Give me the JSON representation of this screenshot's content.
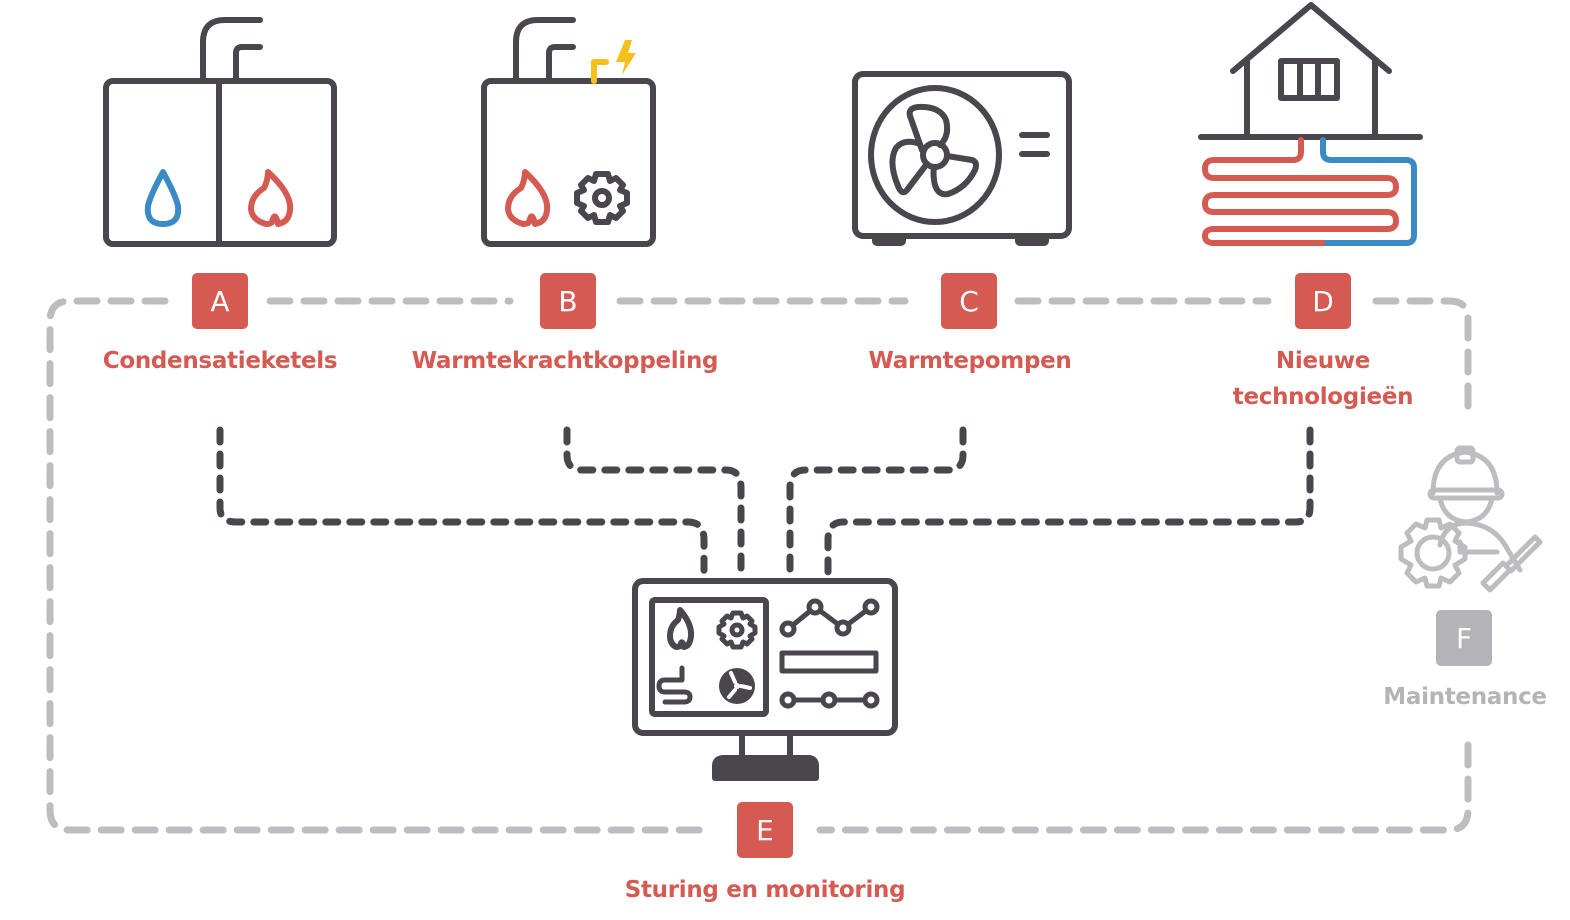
{
  "diagram": {
    "colors": {
      "accent": "#d55a52",
      "icon_stroke": "#4b454d",
      "dashed_outline": "#bdbdc1",
      "water_blue": "#3a8bc4",
      "electric_yellow": "#f6bf1a",
      "muted_gray": "#b4b4b8"
    },
    "nodes": [
      {
        "id": "A",
        "badge": "A",
        "label": "Condensatieketels",
        "icon": "boiler-water-flame-icon"
      },
      {
        "id": "B",
        "badge": "B",
        "label": "Warmtekrachtkoppeling",
        "icon": "chp-boiler-flame-gear-icon"
      },
      {
        "id": "C",
        "badge": "C",
        "label": "Warmtepompen",
        "icon": "heat-pump-fan-icon"
      },
      {
        "id": "D",
        "badge": "D",
        "label_line1": "Nieuwe",
        "label_line2": "technologieën",
        "icon": "house-floor-heating-icon"
      },
      {
        "id": "E",
        "badge": "E",
        "label": "Sturing en monitoring",
        "icon": "monitor-dashboard-icon"
      },
      {
        "id": "F",
        "badge": "F",
        "label": "Maintenance",
        "icon": "technician-gear-screwdriver-icon"
      }
    ],
    "connections": [
      {
        "from": "A",
        "to": "E",
        "style": "dashed"
      },
      {
        "from": "B",
        "to": "E",
        "style": "dashed"
      },
      {
        "from": "C",
        "to": "E",
        "style": "dashed"
      },
      {
        "from": "D",
        "to": "E",
        "style": "dashed"
      }
    ]
  }
}
